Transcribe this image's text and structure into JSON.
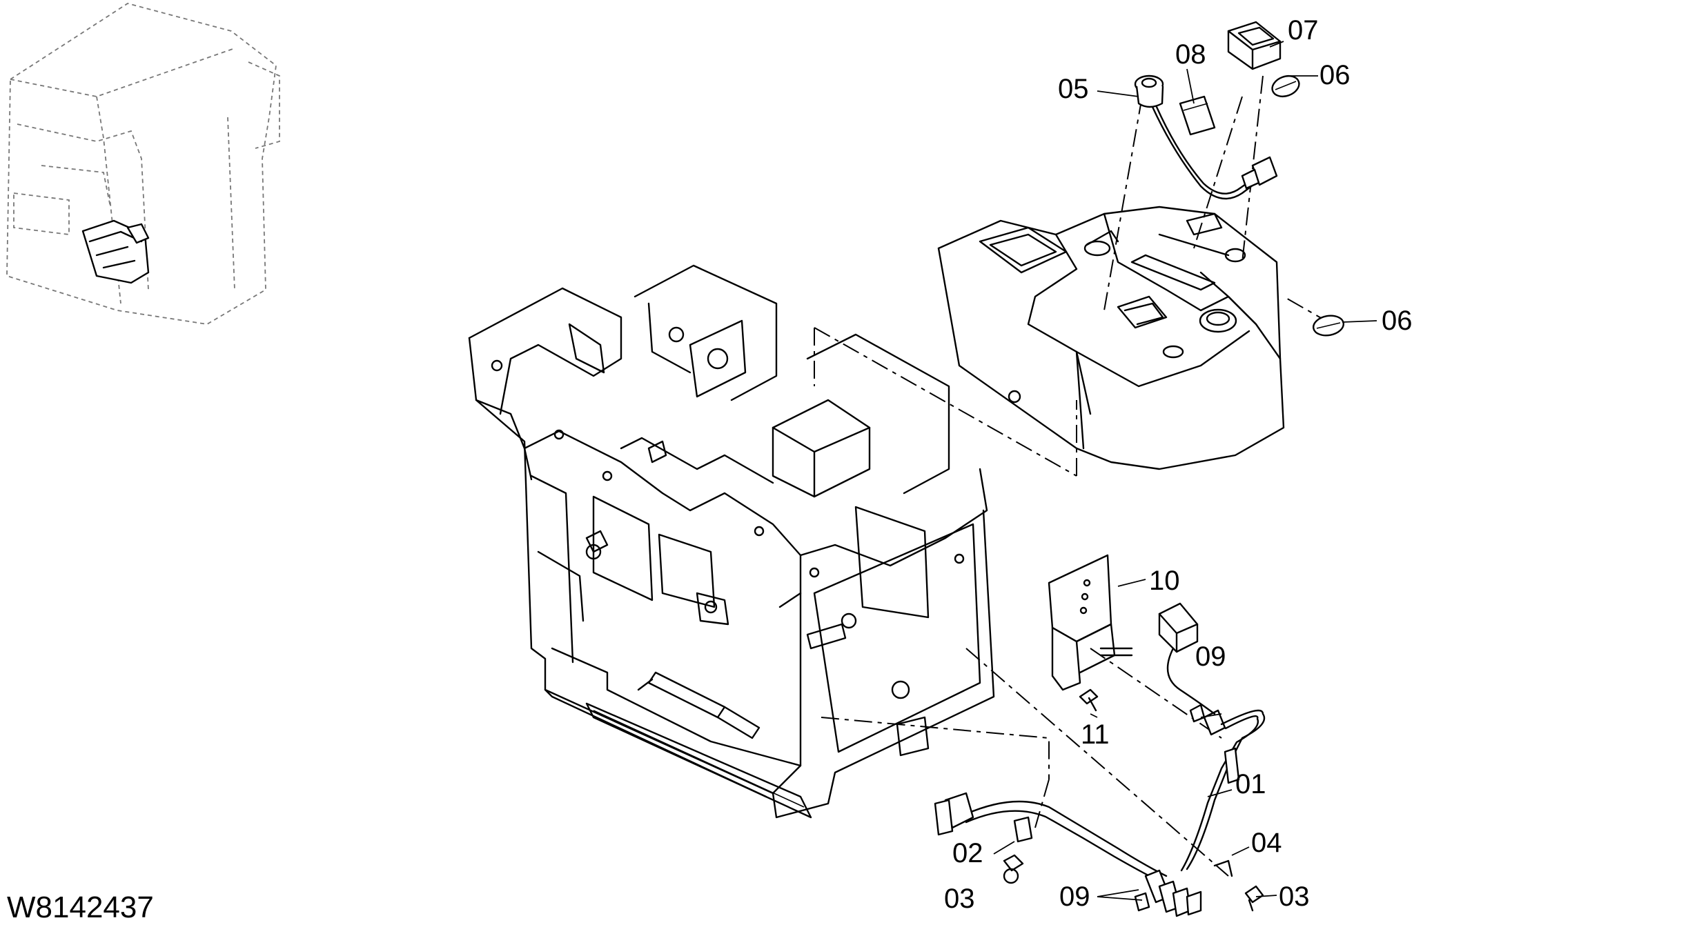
{
  "drawing_code": "W8142437",
  "callouts": {
    "c01": "01",
    "c02": "02",
    "c03a": "03",
    "c03b": "03",
    "c04": "04",
    "c05": "05",
    "c06a": "06",
    "c06b": "06",
    "c07": "07",
    "c08": "08",
    "c09a": "09",
    "c09b": "09",
    "c10": "10",
    "c11": "11"
  }
}
